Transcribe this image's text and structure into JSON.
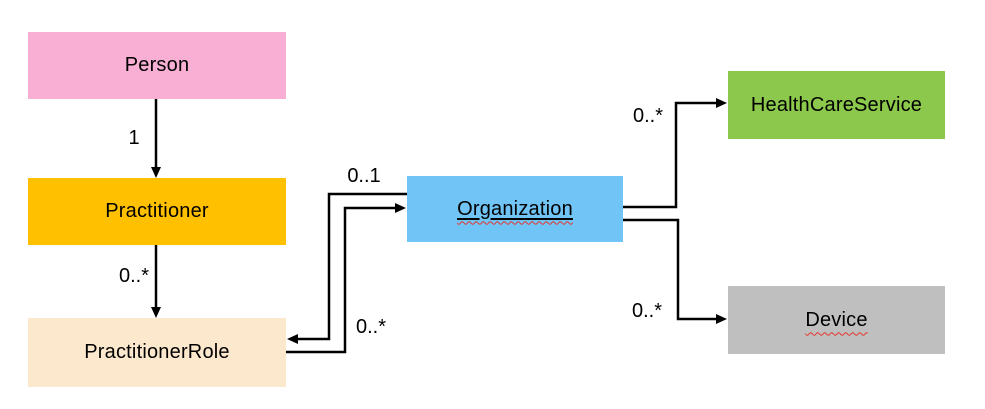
{
  "diagram": {
    "nodes": {
      "person": {
        "label": "Person",
        "color": "#F8AFD3"
      },
      "practitioner": {
        "label": "Practitioner",
        "color": "#FFC000"
      },
      "practitioner_role": {
        "label": "PractitionerRole",
        "color": "#FCE9CD"
      },
      "organization": {
        "label": "Organization",
        "color": "#70C4F6",
        "underlined": true,
        "spellcheck_squiggle": true
      },
      "healthcare_service": {
        "label": "HealthCareService",
        "color": "#8BC84B"
      },
      "device": {
        "label": "Device",
        "color": "#BFBFBF",
        "spellcheck_squiggle": true
      }
    },
    "edges": {
      "person_to_practitioner": {
        "from": "Person",
        "to": "Practitioner",
        "multiplicity": "1"
      },
      "practitioner_to_practitioner_role": {
        "from": "Practitioner",
        "to": "PractitionerRole",
        "multiplicity": "0..*"
      },
      "practitioner_role_to_organization": {
        "from": "PractitionerRole",
        "to": "Organization",
        "multiplicity": "0..1"
      },
      "organization_to_practitioner_role": {
        "from": "Organization",
        "to": "PractitionerRole",
        "multiplicity": "0..*"
      },
      "organization_to_healthcare_service": {
        "from": "Organization",
        "to": "HealthCareService",
        "multiplicity": "0..*"
      },
      "organization_to_device": {
        "from": "Organization",
        "to": "Device",
        "multiplicity": "0..*"
      }
    },
    "colors": {
      "line": "#000000",
      "text": "#000000",
      "spellcheck_squiggle": "#E5342B",
      "background": "#FFFFFF"
    }
  }
}
